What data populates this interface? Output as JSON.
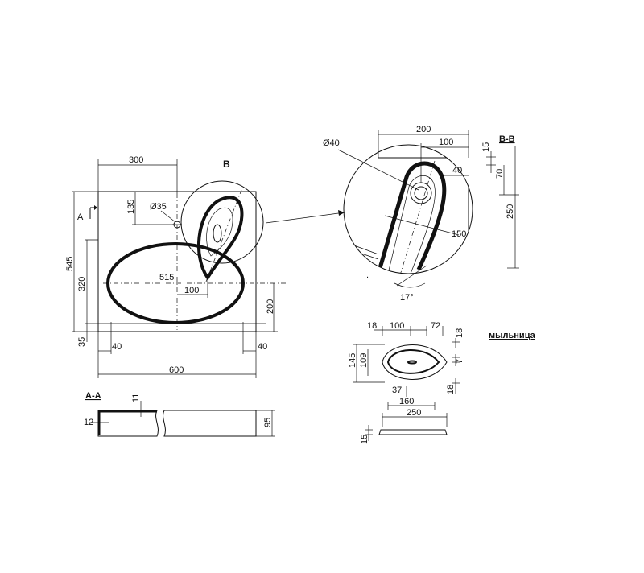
{
  "main_view": {
    "dims": {
      "top_300": "300",
      "overall_width": "600",
      "overall_depth": "545",
      "bowl_depth": "320",
      "front_35": "35",
      "hole_offset": "135",
      "hole_diameter": "Ø35",
      "bowl_length": "515",
      "drain_offset": "100",
      "bowl_y": "200",
      "left_margin": "40",
      "right_margin": "40"
    },
    "labels": {
      "detail_b": "B",
      "section_marker": "A"
    }
  },
  "section_aa": {
    "title": "A-A",
    "dims": {
      "top_thk": "11",
      "side_thk": "12",
      "height": "95"
    }
  },
  "detail_bb": {
    "title": "B-B",
    "dims": {
      "width": "200",
      "half_width": "100",
      "hole_diameter": "Ø40",
      "edge_40": "40",
      "length_150": "150",
      "angle": "17°",
      "top_15": "15",
      "mid_70": "70",
      "total_250": "250"
    }
  },
  "soap_dish": {
    "title": "мыльница",
    "dims": {
      "left_18": "18",
      "width_100": "100",
      "right_72": "72",
      "right_18_top": "18",
      "right_7": "7",
      "height_145": "145",
      "height_109": "109",
      "slot_37": "37",
      "bottom_18": "18",
      "base_160": "160",
      "overall_250": "250",
      "thickness_15": "15"
    }
  }
}
